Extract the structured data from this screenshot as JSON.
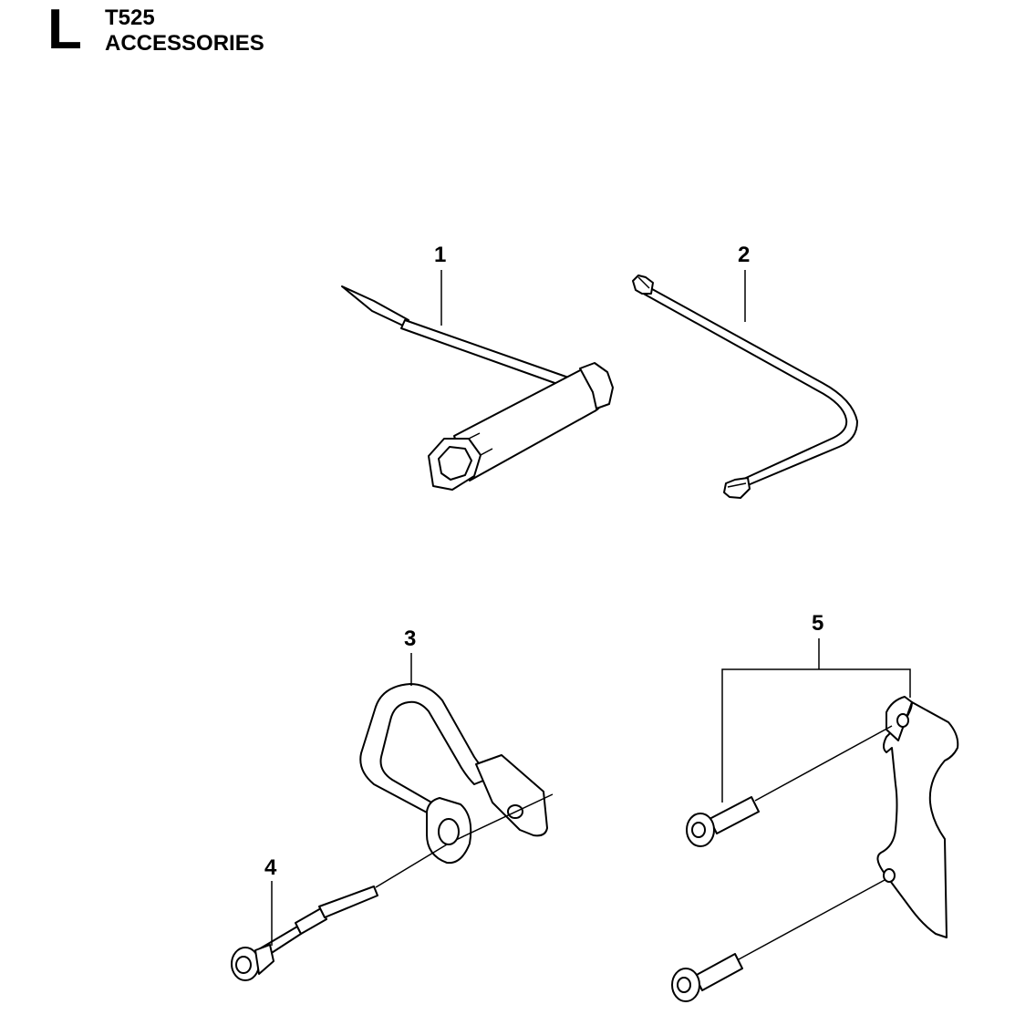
{
  "header": {
    "section_letter": "L",
    "model": "T525",
    "title": "ACCESSORIES"
  },
  "callouts": [
    "1",
    "2",
    "3",
    "4",
    "5"
  ],
  "parts": [
    {
      "number": "1",
      "icon": "combination-spanner-icon"
    },
    {
      "number": "2",
      "icon": "torx-key-icon"
    },
    {
      "number": "3",
      "icon": "hook-icon"
    },
    {
      "number": "4",
      "icon": "bolt-icon"
    },
    {
      "number": "5",
      "icon": "strap-guard-with-screws-icon"
    }
  ]
}
